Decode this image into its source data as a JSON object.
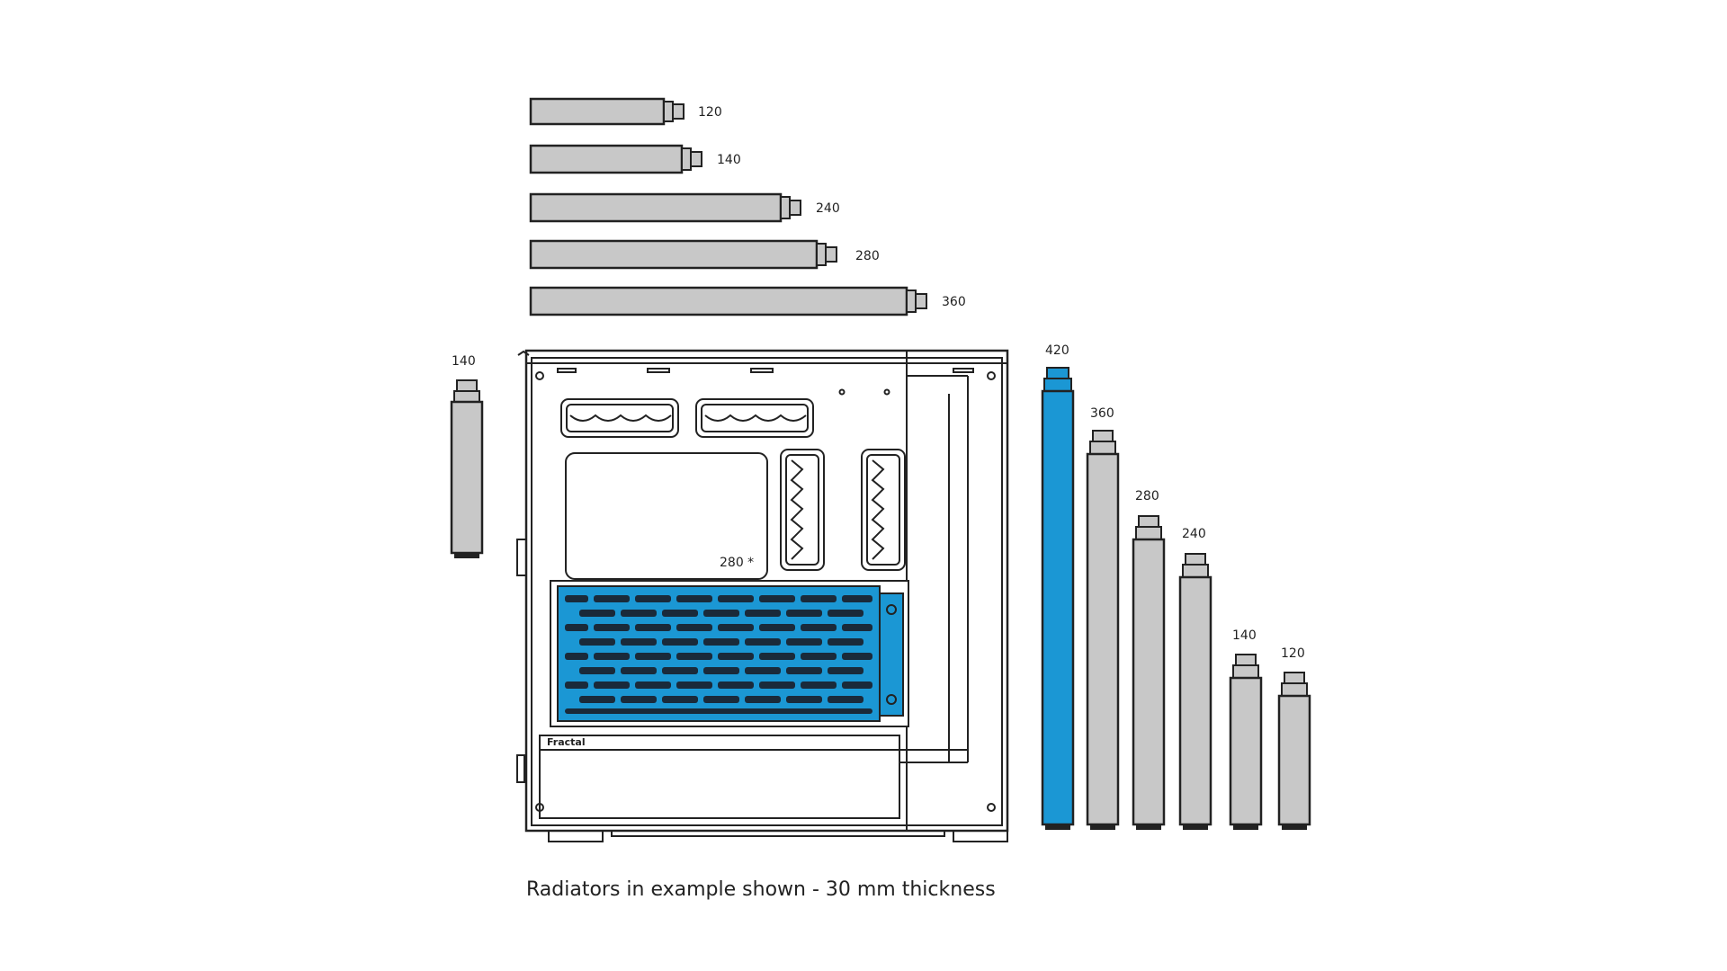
{
  "caption": "Radiators in example shown - 30 mm thickness",
  "colors": {
    "radiator_fill": "#c8c8c8",
    "radiator_highlight": "#1b97d4",
    "line": "#222222",
    "case_panel": "#ffffff"
  },
  "top_radiators": [
    {
      "label": "120"
    },
    {
      "label": "140"
    },
    {
      "label": "240"
    },
    {
      "label": "280"
    },
    {
      "label": "360"
    }
  ],
  "rear_radiator": {
    "label": "140"
  },
  "front_radiators": [
    {
      "label": "420",
      "highlighted": true
    },
    {
      "label": "360",
      "highlighted": false
    },
    {
      "label": "280",
      "highlighted": false
    },
    {
      "label": "240",
      "highlighted": false
    },
    {
      "label": "140",
      "highlighted": false
    },
    {
      "label": "120",
      "highlighted": false
    }
  ],
  "psu_shroud_radiator": {
    "label": "280 *"
  },
  "brand": {
    "logo_text": "Fractal"
  }
}
